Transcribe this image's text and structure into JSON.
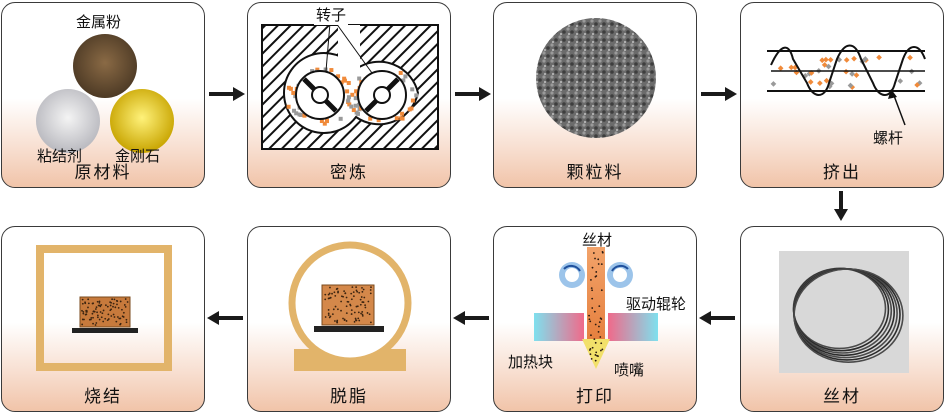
{
  "steps": {
    "raw_material": {
      "caption": "原材料",
      "metal_powder": "金属粉",
      "binder": "粘结剂",
      "diamond": "金刚石"
    },
    "mixing": {
      "caption": "密炼",
      "rotor": "转子"
    },
    "granule": {
      "caption": "颗粒料"
    },
    "extrusion": {
      "caption": "挤出",
      "screw": "螺杆"
    },
    "filament": {
      "caption": "丝材"
    },
    "printing": {
      "caption": "打印",
      "filament": "丝材",
      "drive_roller": "驱动辊轮",
      "heating_block": "加热块",
      "nozzle": "喷嘴"
    },
    "debinding": {
      "caption": "脱脂"
    },
    "sintering": {
      "caption": "烧结"
    }
  },
  "colors": {
    "accent": "#f1c4a9",
    "frame_tan": "#e2b46a",
    "arrow": "#1a1a1a",
    "granule_orange": "#f08a3a",
    "granule_grey": "#9a9a9a"
  }
}
